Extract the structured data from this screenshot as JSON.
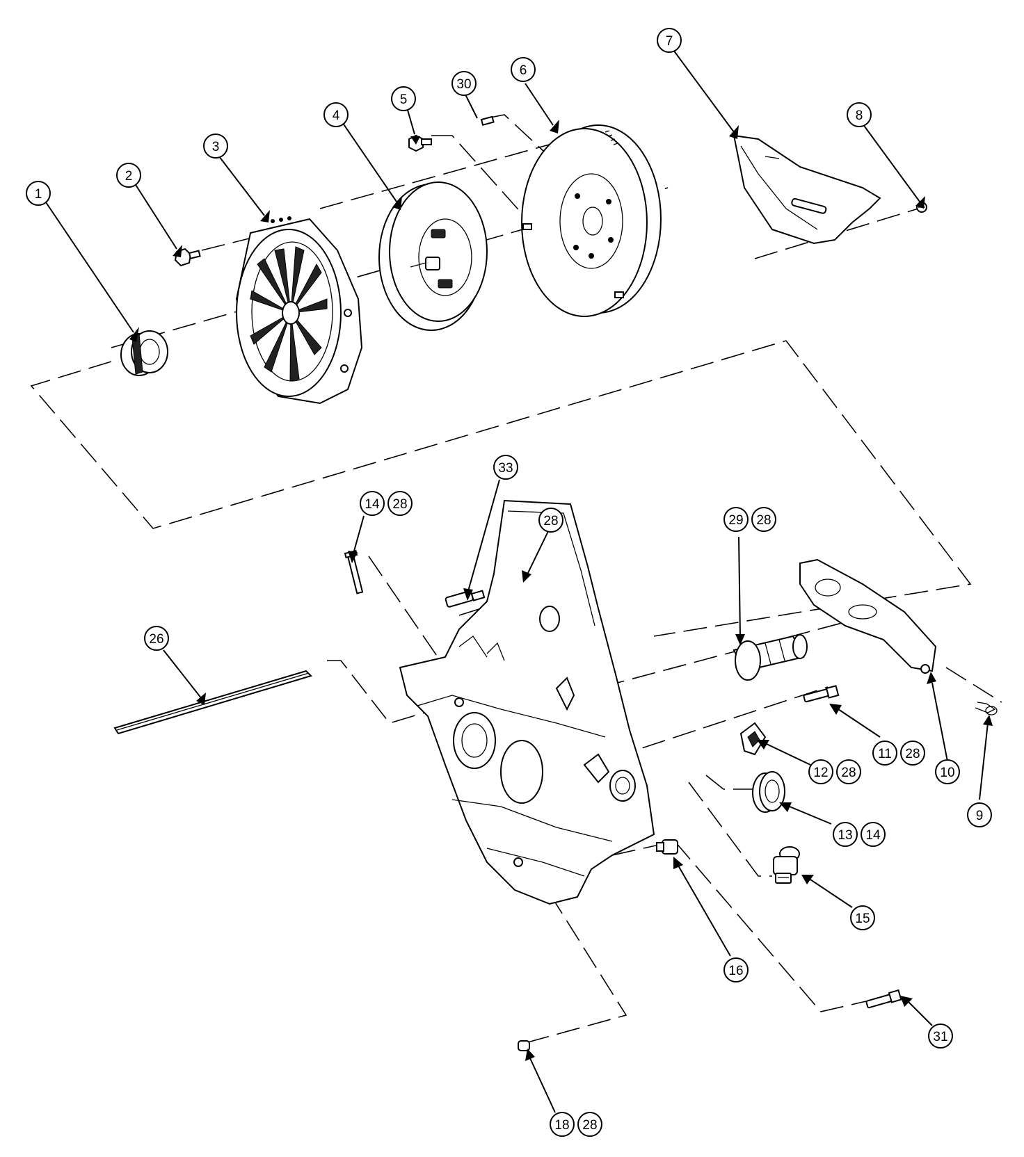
{
  "diagram": {
    "callouts": [
      {
        "id": "c1",
        "label": "1"
      },
      {
        "id": "c2",
        "label": "2"
      },
      {
        "id": "c3",
        "label": "3"
      },
      {
        "id": "c4",
        "label": "4"
      },
      {
        "id": "c5",
        "label": "5"
      },
      {
        "id": "c30",
        "label": "30"
      },
      {
        "id": "c6",
        "label": "6"
      },
      {
        "id": "c7",
        "label": "7"
      },
      {
        "id": "c8",
        "label": "8"
      },
      {
        "id": "c33",
        "label": "33"
      },
      {
        "id": "c14a",
        "label": "14"
      },
      {
        "id": "c28a",
        "label": "28"
      },
      {
        "id": "c28b",
        "label": "28"
      },
      {
        "id": "c29",
        "label": "29"
      },
      {
        "id": "c28c",
        "label": "28"
      },
      {
        "id": "c26",
        "label": "26"
      },
      {
        "id": "c11",
        "label": "11"
      },
      {
        "id": "c28d",
        "label": "28"
      },
      {
        "id": "c12",
        "label": "12"
      },
      {
        "id": "c28e",
        "label": "28"
      },
      {
        "id": "c10",
        "label": "10"
      },
      {
        "id": "c9",
        "label": "9"
      },
      {
        "id": "c13",
        "label": "13"
      },
      {
        "id": "c14b",
        "label": "14"
      },
      {
        "id": "c15",
        "label": "15"
      },
      {
        "id": "c16",
        "label": "16"
      },
      {
        "id": "c31",
        "label": "31"
      },
      {
        "id": "c18",
        "label": "18"
      },
      {
        "id": "c28f",
        "label": "28"
      }
    ],
    "parts": [
      {
        "ref": "1",
        "name": "release-bearing"
      },
      {
        "ref": "2",
        "name": "pressure-plate-bolt"
      },
      {
        "ref": "3",
        "name": "pressure-plate"
      },
      {
        "ref": "4",
        "name": "clutch-disc"
      },
      {
        "ref": "5",
        "name": "flywheel-bolt"
      },
      {
        "ref": "6",
        "name": "flywheel"
      },
      {
        "ref": "7",
        "name": "cover-shield"
      },
      {
        "ref": "8",
        "name": "shield-bolt"
      },
      {
        "ref": "9",
        "name": "retaining-clip"
      },
      {
        "ref": "10",
        "name": "release-fork"
      },
      {
        "ref": "11",
        "name": "fork-bolt"
      },
      {
        "ref": "12",
        "name": "fork-retainer"
      },
      {
        "ref": "13",
        "name": "seal"
      },
      {
        "ref": "15",
        "name": "sensor"
      },
      {
        "ref": "16",
        "name": "drain-plug"
      },
      {
        "ref": "18",
        "name": "plug"
      },
      {
        "ref": "26",
        "name": "rod"
      },
      {
        "ref": "28",
        "name": "clutch-housing"
      },
      {
        "ref": "29",
        "name": "guide-sleeve"
      },
      {
        "ref": "30",
        "name": "dowel-pin"
      },
      {
        "ref": "31",
        "name": "bolt"
      },
      {
        "ref": "33",
        "name": "stud"
      }
    ]
  }
}
